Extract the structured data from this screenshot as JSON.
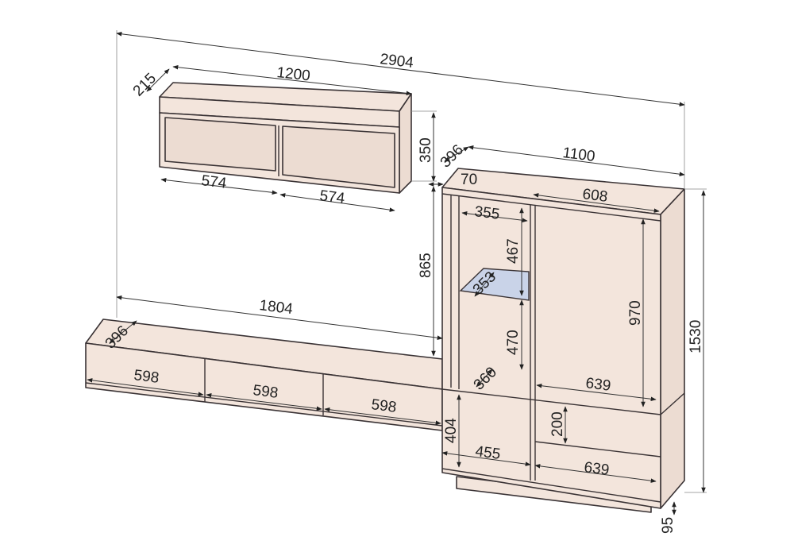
{
  "diagram": {
    "title": "Furniture wall unit dimensions",
    "colors": {
      "panel": "#f3e5dc",
      "glass": "#c9d3e8",
      "line": "#3a3335"
    },
    "dimensions": {
      "total_width": "2904",
      "wall_shelf_width": "1200",
      "wall_shelf_depth": "215",
      "wall_shelf_height": "350",
      "wall_shelf_compartment_left": "574",
      "wall_shelf_compartment_right": "574",
      "cabinet_depth": "396",
      "cabinet_width": "1100",
      "cabinet_top_offset": "70",
      "cabinet_door_width": "608",
      "open_section_width": "355",
      "open_section_upper_height": "467",
      "glass_shelf_depth": "353",
      "shelf_gap_height": "865",
      "tv_unit_width": "1804",
      "tv_unit_depth": "396",
      "tv_drawer_1": "598",
      "tv_drawer_2": "598",
      "tv_drawer_3": "598",
      "open_section_lower_height": "470",
      "open_section_inner_depth": "360",
      "door_height": "970",
      "door_inner_width": "639",
      "total_height": "1530",
      "lower_door_height": "404",
      "drawer_height": "200",
      "lower_door_width": "455",
      "drawer_width": "639",
      "plinth_height": "95"
    }
  }
}
